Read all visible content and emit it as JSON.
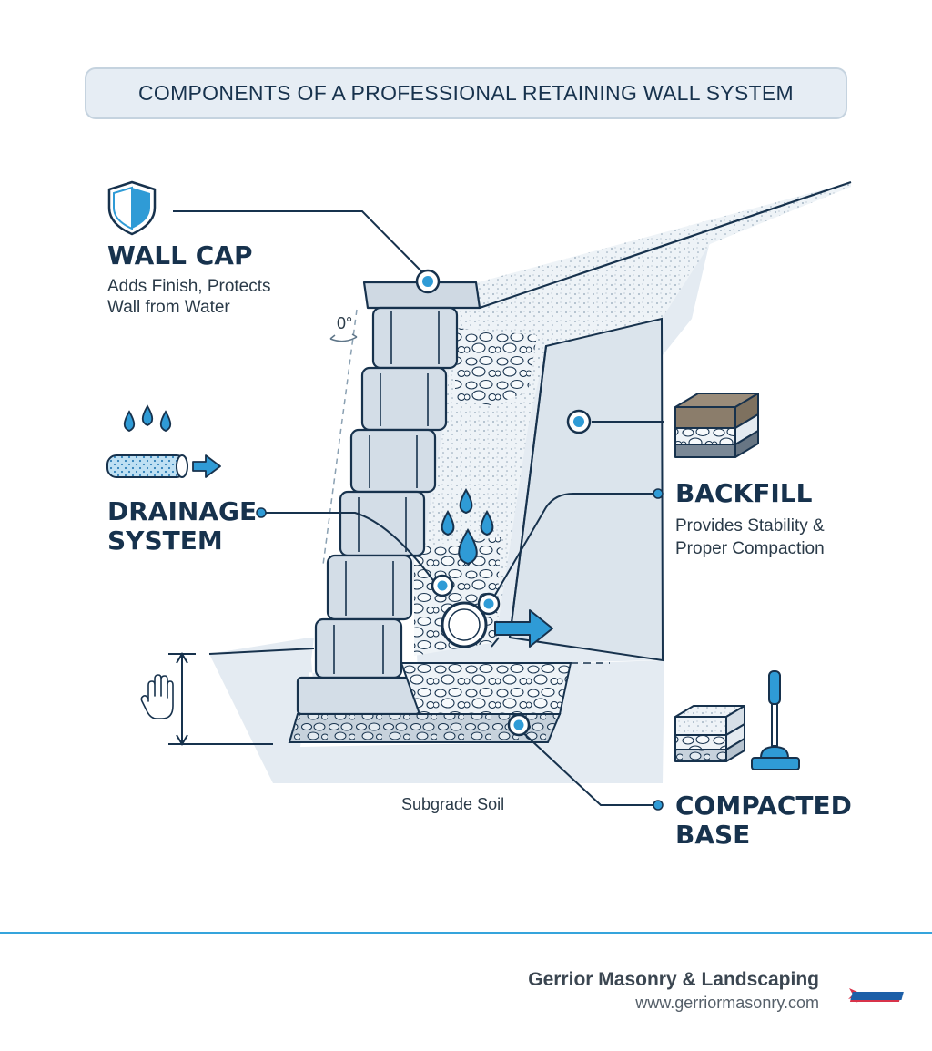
{
  "title": "COMPONENTS OF A PROFESSIONAL RETAINING WALL SYSTEM",
  "labels": {
    "wall_cap": {
      "heading": "WALL CAP",
      "line1": "Adds Finish, Protects",
      "line2": "Wall from Water"
    },
    "drainage": {
      "line1": "DRAINAGE",
      "line2": "SYSTEM"
    },
    "backfill": {
      "heading": "BACKFILL",
      "line1": "Provides Stability &",
      "line2": "Proper Compaction"
    },
    "compacted_base": {
      "line1": "COMPACTED",
      "line2": "BASE"
    },
    "subgrade": "Subgrade Soil",
    "angle": "0°"
  },
  "footer": {
    "company": "Gerrior Masonry & Landscaping",
    "website": "www.gerriormasonry.com"
  },
  "colors": {
    "navy": "#17324d",
    "accent_blue": "#2f9bd6",
    "light_fill": "#dde6ee",
    "soil_fill": "#e4ebf2",
    "block_fill": "#d3dde7",
    "footer_line": "#35a4dc"
  },
  "icons": [
    "shield-icon",
    "water-drops-icon",
    "drain-pipe-icon",
    "soil-layers-icon",
    "hand-icon",
    "gravel-layers-icon",
    "tamper-icon",
    "logo-icon"
  ]
}
